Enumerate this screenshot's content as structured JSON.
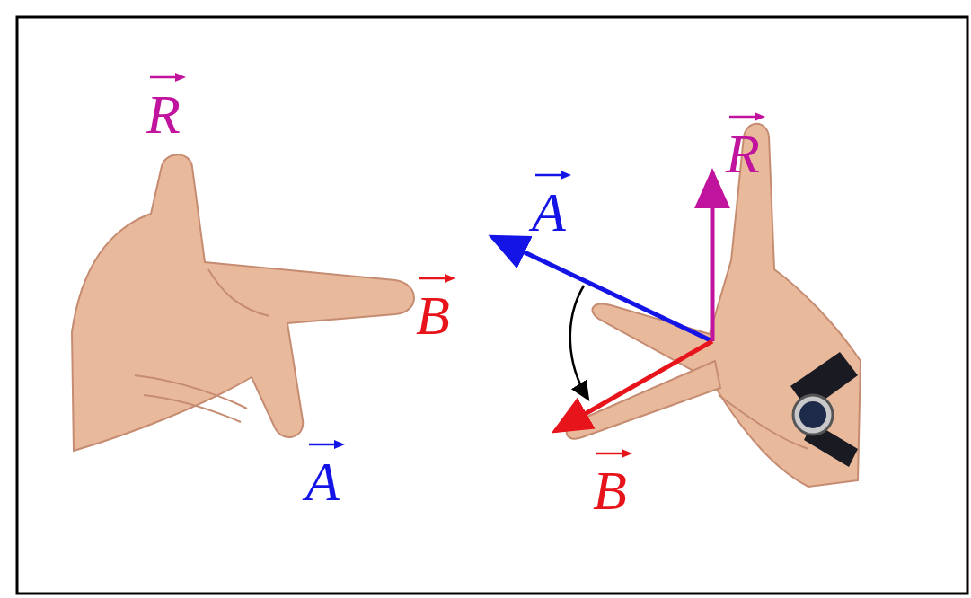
{
  "diagram": {
    "labels": [
      "R",
      "B",
      "A",
      "A",
      "R",
      "B"
    ]
  }
}
